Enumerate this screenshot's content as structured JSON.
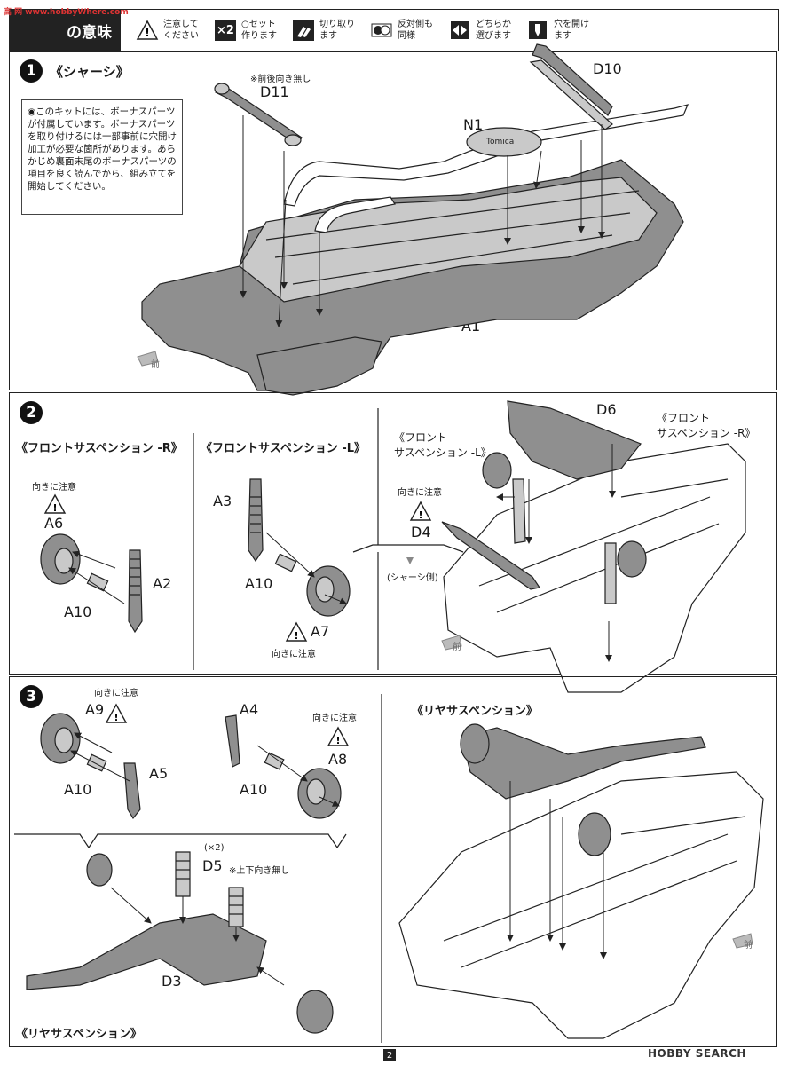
{
  "watermark": "高 网 www.hobbyWhere.com",
  "legend": {
    "title": "の意味",
    "items": [
      {
        "icon": "caution-icon",
        "text1": "注意して",
        "text2": "ください"
      },
      {
        "icon": "times-two-icon",
        "symbol": "×2",
        "text1": "○セット",
        "text2": "作ります"
      },
      {
        "icon": "cut-icon",
        "text1": "切り取り",
        "text2": "ます"
      },
      {
        "icon": "opposite-side-icon",
        "text1": "反対側も",
        "text2": "同様"
      },
      {
        "icon": "either-icon",
        "text1": "どちらか",
        "text2": "選びます"
      },
      {
        "icon": "drill-hole-icon",
        "text1": "穴を開け",
        "text2": "ます"
      }
    ]
  },
  "step1": {
    "number": "1",
    "title": "《シャーシ》",
    "note": "◉このキットには、ボーナスパーツが付属しています。ボーナスパーツを取り付けるには一部事前に穴開け加工が必要な箇所があります。あらかじめ裏面末尾のボーナスパーツの項目を良く読んでから、組み立てを開始してください。",
    "d11_note": "※前後向き無し",
    "labels": {
      "d11": "D11",
      "n1": "N1",
      "d10": "D10",
      "a1": "A1"
    },
    "front": "前"
  },
  "step2": {
    "number": "2",
    "front_r": "《フロントサスペンション -R》",
    "front_l": "《フロントサスペンション -L》",
    "caution": "向きに注意",
    "labels": {
      "a6": "A6",
      "a2": "A2",
      "a10a": "A10",
      "a3": "A3",
      "a10b": "A10",
      "a7": "A7",
      "d6": "D6",
      "d4": "D4"
    },
    "chassis_side": "(シャーシ側)",
    "inset_l1": "《フロント",
    "inset_l2": "サスペンション -L》",
    "inset_r1": "《フロント",
    "inset_r2": "サスペンション -R》",
    "front": "前"
  },
  "step3": {
    "number": "3",
    "caution": "向きに注意",
    "labels": {
      "a9": "A9",
      "a5": "A5",
      "a10a": "A10",
      "a4": "A4",
      "a8": "A8",
      "a10b": "A10",
      "d5": "D5",
      "d3": "D3"
    },
    "x2": "(×2)",
    "d5_note": "※上下向き無し",
    "rear_title": "《リヤサスペンション》",
    "rear_bottom": "《リヤサスペンション》",
    "front": "前"
  },
  "page_number": "2",
  "hobbysearch": "HOBBY SEARCH"
}
